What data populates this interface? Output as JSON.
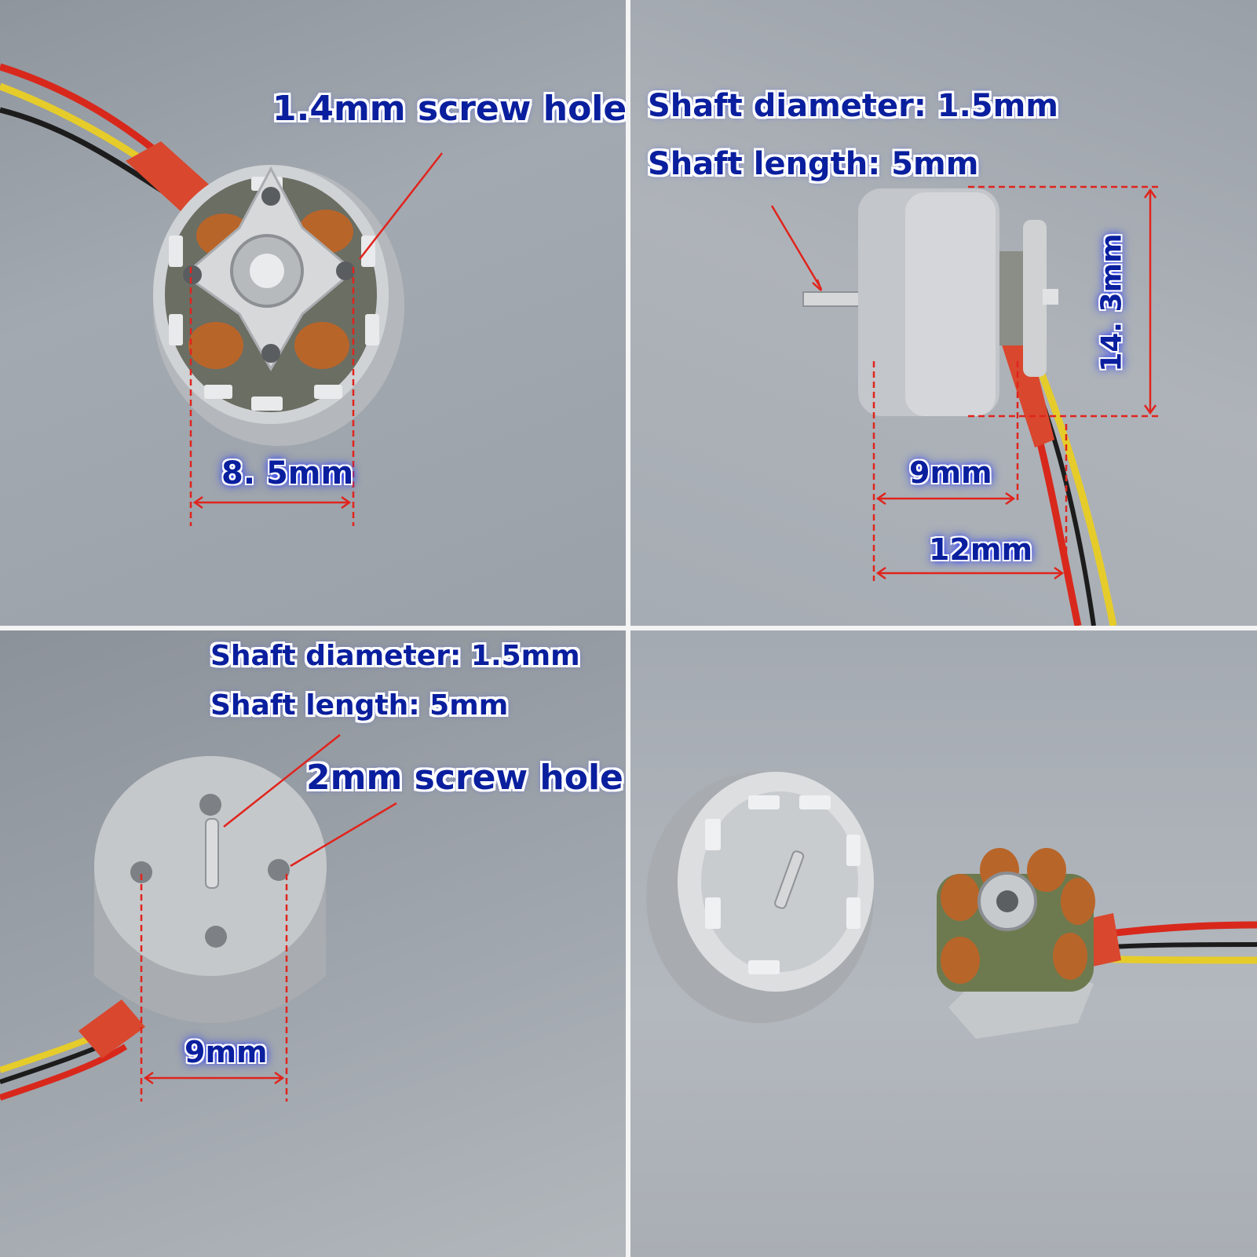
{
  "panels": {
    "top_left": {
      "description": "Bottom view of brushless motor stator mount",
      "screw_hole_label": "1.4mm screw hole",
      "width_label": "8. 5mm"
    },
    "top_right": {
      "description": "Side view of motor with shaft",
      "shaft_diameter_label": "Shaft diameter: 1.5mm",
      "shaft_length_label": "Shaft length: 5mm",
      "height_label": "14. 3mm",
      "body_length_label": "9mm",
      "total_length_label": "12mm"
    },
    "bottom_left": {
      "description": "Top view of motor bell with shaft",
      "shaft_diameter_label": "Shaft diameter: 1.5mm",
      "shaft_length_label": "Shaft length: 5mm",
      "screw_hole_label": "2mm screw hole",
      "width_label": "9mm"
    },
    "bottom_right": {
      "description": "Disassembled motor: rotor bell and stator with copper windings"
    }
  },
  "colors": {
    "label_text": "#0a1f9e",
    "dimension_line": "#e0241d",
    "wire_red": "#d8281c",
    "wire_yellow": "#e6cc2a",
    "wire_black": "#1c1c1c",
    "aluminum": "#c3c6ca",
    "copper": "#b8652a"
  }
}
